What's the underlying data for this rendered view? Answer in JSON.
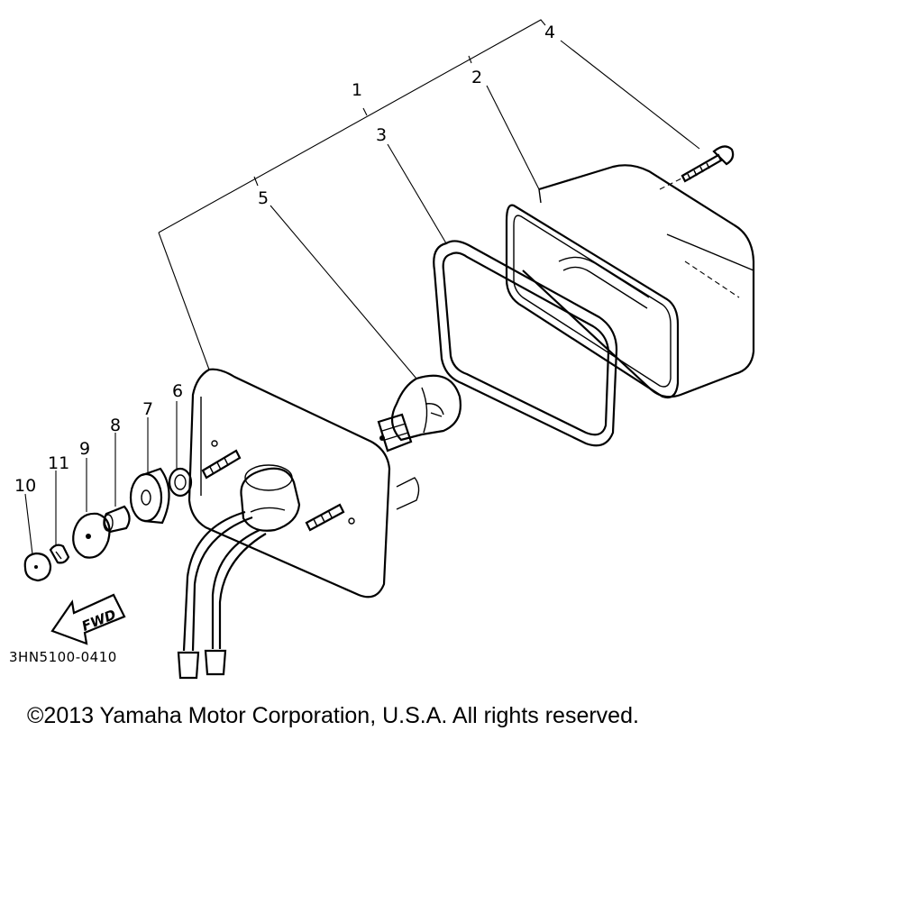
{
  "diagram": {
    "callouts": [
      "1",
      "2",
      "3",
      "4",
      "5",
      "6",
      "7",
      "8",
      "9",
      "10",
      "11"
    ],
    "part_code": "3HN5100-0410",
    "fwd_label": "FWD",
    "copyright": "©2013 Yamaha Motor Corporation, U.S.A. All rights reserved.",
    "colors": {
      "ink": "#000000",
      "paper": "#ffffff"
    }
  }
}
